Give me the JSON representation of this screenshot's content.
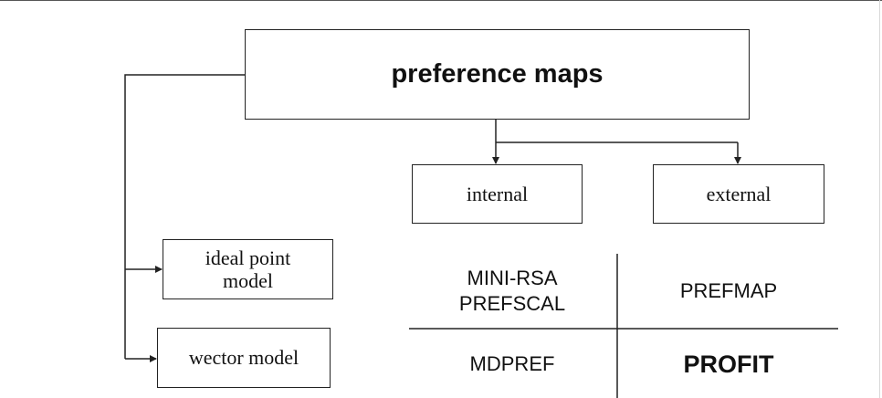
{
  "diagram": {
    "root": {
      "label": "preference maps"
    },
    "branches": {
      "internal": "internal",
      "external": "external"
    },
    "models": {
      "ideal_point": "ideal point\nmodel",
      "vector": "wector model"
    },
    "methods_table": {
      "top_left": [
        "MINI-RSA",
        "PREFSCAL"
      ],
      "top_right": "PREFMAP",
      "bottom_left": "MDPREF",
      "bottom_right": "PROFIT"
    }
  },
  "colors": {
    "line": "#222222",
    "background": "#ffffff"
  }
}
